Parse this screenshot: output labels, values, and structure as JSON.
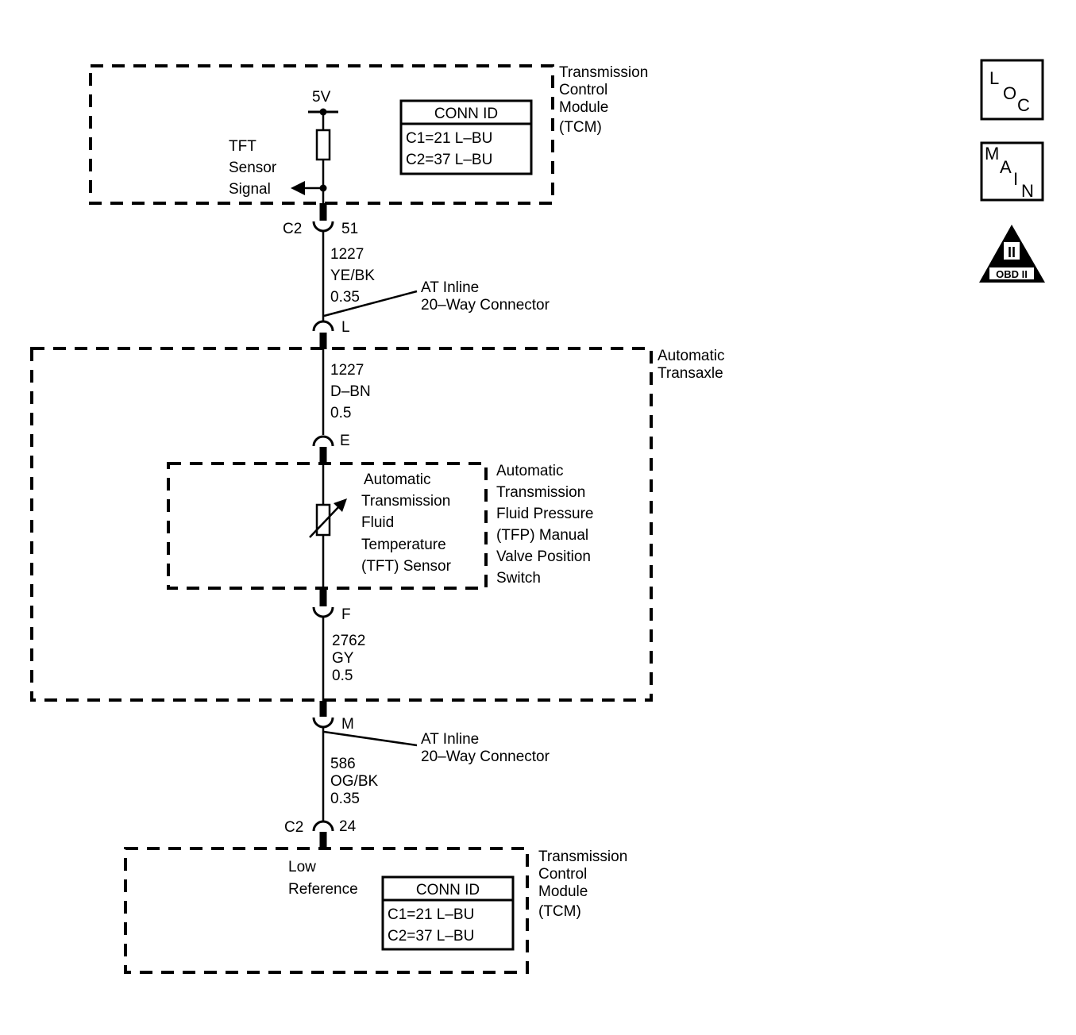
{
  "tcm_top": {
    "title_lines": [
      "Transmission",
      "Control",
      "Module",
      "(TCM)"
    ],
    "supply": "5V",
    "signal_lines": [
      "TFT",
      "Sensor",
      "Signal"
    ],
    "conn_id": {
      "header": "CONN ID",
      "rows": [
        "C1=21 L–BU",
        "C2=37 L–BU"
      ]
    },
    "connector": "C2",
    "pin": "51"
  },
  "wire_1": {
    "circuit": "1227",
    "color": "YE/BK",
    "size": "0.35"
  },
  "inline_connector_1": {
    "label_lines": [
      "AT Inline",
      "20–Way Connector"
    ],
    "pin": "L"
  },
  "transaxle": {
    "title_lines": [
      "Automatic",
      "Transaxle"
    ],
    "wire": {
      "circuit": "1227",
      "color": "D–BN",
      "size": "0.5"
    },
    "pin_top": "E",
    "pin_bottom": "F",
    "sensor_lines": [
      "Automatic",
      "Transmission",
      "Fluid",
      "Temperature",
      "(TFT) Sensor"
    ],
    "switch_lines": [
      "Automatic",
      "Transmission",
      "Fluid Pressure",
      "(TFP) Manual",
      "Valve Position",
      "Switch"
    ],
    "wire_2": {
      "circuit": "2762",
      "color": "GY",
      "size": "0.5"
    }
  },
  "inline_connector_2": {
    "label_lines": [
      "AT Inline",
      "20–Way Connector"
    ],
    "pin": "M"
  },
  "wire_3": {
    "circuit": "586",
    "color": "OG/BK",
    "size": "0.35"
  },
  "tcm_bottom": {
    "connector": "C2",
    "pin": "24",
    "ref_lines": [
      "Low",
      "Reference"
    ],
    "conn_id": {
      "header": "CONN ID",
      "rows": [
        "C1=21 L–BU",
        "C2=37 L–BU"
      ]
    },
    "title_lines": [
      "Transmission",
      "Control",
      "Module",
      "(TCM)"
    ]
  },
  "icons": {
    "loc_letters": [
      "L",
      "O",
      "C"
    ],
    "main_letters": [
      "M",
      "A",
      "I",
      "N"
    ],
    "obd_numeral": "II",
    "obd_label": "OBD II"
  }
}
